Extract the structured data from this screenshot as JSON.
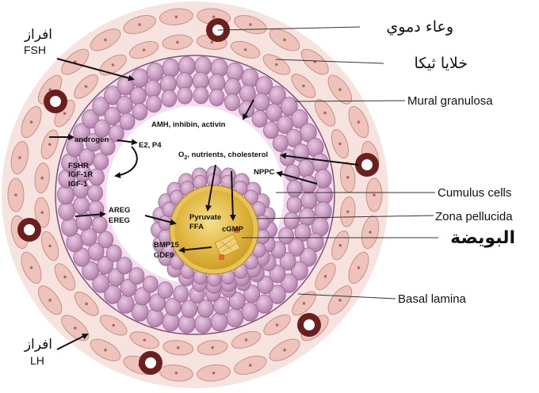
{
  "labels": {
    "blood_vessel": "وعاء دموي",
    "theca_cells": "خلايا ثيكا",
    "mural_granulosa": "Mural granulosa",
    "cumulus_cells": "Cumulus cells",
    "zona_pellucida": "Zona pellucida",
    "oocyte": "البويضة",
    "basal_lamina": "Basal lamina",
    "fsh_secretion_ar": "افراز",
    "fsh": "FSH",
    "lh_secretion_ar": "افراز",
    "lh": "LH"
  },
  "inner": {
    "amh": "AMH, inhibin, activin",
    "androgen": "androgen",
    "e2p4": "E2, P4",
    "o2_prefix": "O",
    "o2_sub": "2",
    "o2_rest": ", nutrients, cholesterol",
    "fshr": "FSHR",
    "igf1r": "IGF-1R",
    "igf1": "IGF-1",
    "nppc": "NPPC",
    "areg": "AREG",
    "ereg": "EREG",
    "pyruvate": "Pyruvate",
    "ffa": "FFA",
    "cgmp": "cGMP",
    "bmp15": "BMP15",
    "gdf9": "GDF9"
  },
  "colors": {
    "theca_fill": "#edc3bb",
    "theca_stroke": "#c98f86",
    "granulosa_fill": "#c99bc2",
    "granulosa_stroke": "#9a6a93",
    "antrum": "#ffffff",
    "oocyte": "#dcae2e",
    "vessel": "#6b1f1f"
  }
}
